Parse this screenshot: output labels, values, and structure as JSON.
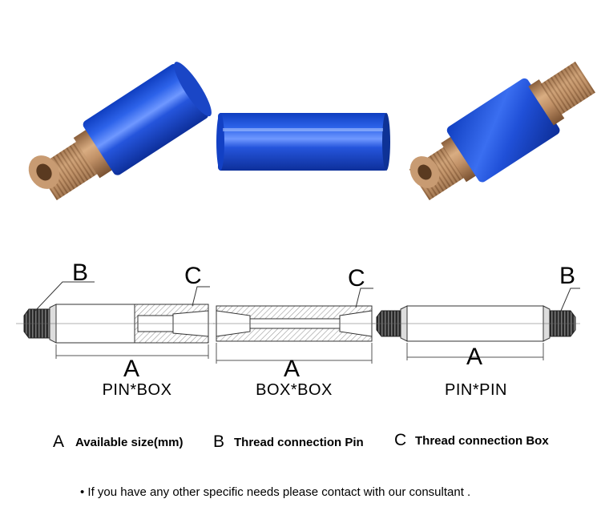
{
  "colors": {
    "body_blue": "#1f4fd6",
    "bronze": "#b8895e",
    "outline": "#333333",
    "hatch": "#9a9a9a"
  },
  "photos": [
    {
      "name": "pin-box-sub-photo"
    },
    {
      "name": "box-box-sub-photo"
    },
    {
      "name": "pin-pin-sub-photo"
    }
  ],
  "diagrams": [
    {
      "id": "pin-box",
      "label": "PIN*BOX",
      "length_letter": "A",
      "left_letter": "B",
      "right_letter": "C"
    },
    {
      "id": "box-box",
      "label": "BOX*BOX",
      "length_letter": "A",
      "top_letter": "C"
    },
    {
      "id": "pin-pin",
      "label": "PIN*PIN",
      "length_letter": "A",
      "top_letter": "B"
    }
  ],
  "legend": [
    {
      "letter": "A",
      "text": "Available size(mm)"
    },
    {
      "letter": "B",
      "text": "Thread connection Pin"
    },
    {
      "letter": "C",
      "text": "Thread connection Box"
    }
  ],
  "footnote": "• If you have any other specific needs please contact with our consultant ."
}
